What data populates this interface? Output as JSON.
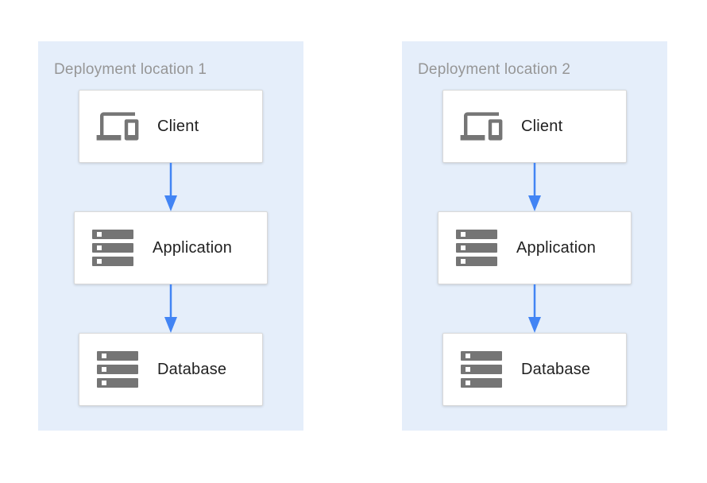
{
  "diagram": {
    "locations": [
      {
        "title": "Deployment location 1",
        "nodes": [
          {
            "label": "Client",
            "icon": "devices-icon"
          },
          {
            "label": "Application",
            "icon": "server-stack-icon"
          },
          {
            "label": "Database",
            "icon": "server-stack-icon"
          }
        ],
        "connections": [
          {
            "from": "Client",
            "to": "Application"
          },
          {
            "from": "Application",
            "to": "Database"
          }
        ]
      },
      {
        "title": "Deployment location 2",
        "nodes": [
          {
            "label": "Client",
            "icon": "devices-icon"
          },
          {
            "label": "Application",
            "icon": "server-stack-icon"
          },
          {
            "label": "Database",
            "icon": "server-stack-icon"
          }
        ],
        "connections": [
          {
            "from": "Client",
            "to": "Application"
          },
          {
            "from": "Application",
            "to": "Database"
          }
        ]
      }
    ],
    "colors": {
      "page_background": "#ffffff",
      "panel_background": "#e5eefa",
      "arrow": "#4284f4",
      "icon": "#757575",
      "title_text": "#969696",
      "node_text": "#212121",
      "node_border": "#d9d9d9"
    }
  }
}
